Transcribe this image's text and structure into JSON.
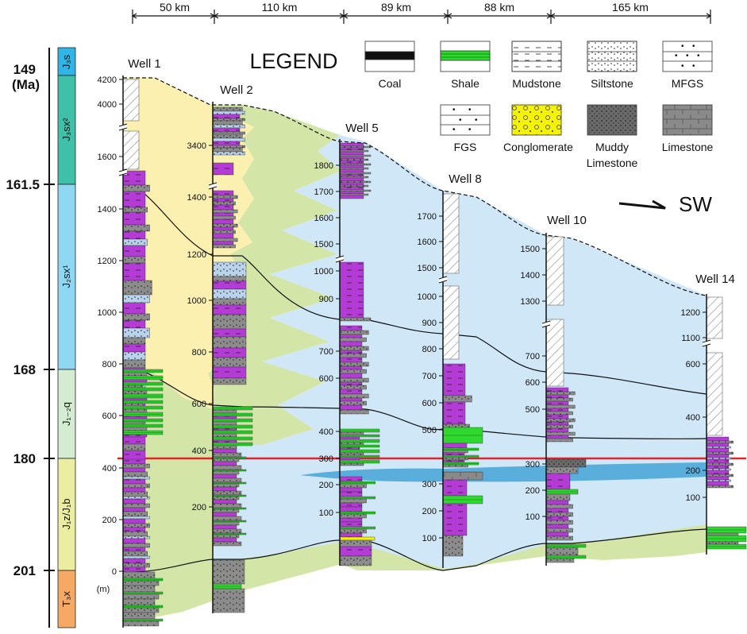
{
  "distances": [
    "50 km",
    "110 km",
    "89 km",
    "88 km",
    "165 km"
  ],
  "ages": {
    "a149": "149",
    "ma": "(Ma)",
    "a161": "161.5",
    "a168": "168",
    "a180": "180",
    "a201": "201"
  },
  "formations": {
    "j3s": "J₃s",
    "j3sx2": "J₃sx²",
    "j2sx1": "J₂sx¹",
    "j12q": "J₁₋₂q",
    "j1zb": "J₁z/J₁b",
    "t3x": "T₃x"
  },
  "wells": {
    "w1": "Well 1",
    "w2": "Well 2",
    "w5": "Well 5",
    "w8": "Well 8",
    "w10": "Well 10",
    "w14": "Well 14"
  },
  "legend": {
    "title": "LEGEND",
    "coal": "Coal",
    "shale": "Shale",
    "mudstone": "Mudstone",
    "siltstone": "Siltstone",
    "mfgs": "MFGS",
    "fgs": "FGS",
    "conglomerate": "Conglomerate",
    "muddy1": "Muddy",
    "muddy2": "Limestone",
    "limestone": "Limestone"
  },
  "direction": "SW",
  "unit": "(m)",
  "ticks": {
    "w1": [
      "4200",
      "4000",
      "1600",
      "1400",
      "1200",
      "1000",
      "800",
      "600",
      "400",
      "200",
      "0"
    ],
    "w2": [
      "3400",
      "1400",
      "1200",
      "1000",
      "800",
      "600",
      "400",
      "200"
    ],
    "w5": [
      "1800",
      "1700",
      "1600",
      "1500",
      "1000",
      "900",
      "700",
      "600",
      "400",
      "300",
      "200",
      "100"
    ],
    "w8": [
      "1700",
      "1600",
      "1500",
      "1000",
      "900",
      "800",
      "700",
      "600",
      "500",
      "300",
      "200",
      "100"
    ],
    "w10": [
      "1500",
      "1400",
      "1300",
      "700",
      "600",
      "500",
      "300",
      "200",
      "100"
    ],
    "w14": [
      "1200",
      "1100",
      "600",
      "400",
      "200",
      "100"
    ]
  },
  "colors": {
    "purple": "#b43bd6",
    "grey": "#8c8c8c",
    "lightblue": "#b9d3ec",
    "shale": "#2fd82f",
    "yellowfill": "#fbf0b0",
    "greenfill": "#d3e6a8",
    "bluefill": "#cfe7f7",
    "marker": "#e0262c"
  }
}
